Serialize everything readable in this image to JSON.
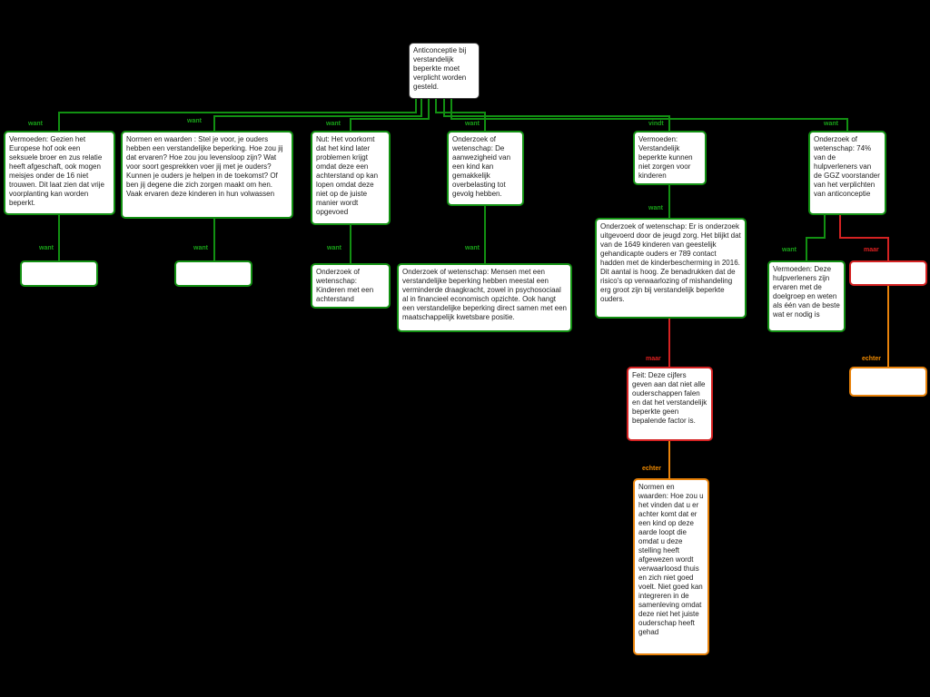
{
  "app": {
    "description": "Argument concept map on black canvas"
  },
  "colors": {
    "background": "#000000",
    "node_bg": "#ffffff",
    "support": "#129012",
    "objection": "#d42222",
    "however": "#e8820a",
    "root_border": "#3f3f3f",
    "label_green": "#18a018",
    "label_red": "#e02020",
    "label_orange": "#f08a00"
  },
  "edge_labels": {
    "want": "want",
    "vindt": "vindt",
    "maar": "maar",
    "echter": "echter"
  },
  "nodes": {
    "root": {
      "text": "Anticonceptie bij verstandelijk beperkte moet verplicht worden gesteld."
    },
    "europese_hof": {
      "text": "Vermoeden: Gezien het Europese hof ook een seksuele broer en zus relatie heeft afgeschaft, ook mogen meisjes onder de 16 niet trouwen. Dit laat zien dat vrije voorplanting kan worden beperkt."
    },
    "normen_ouders": {
      "text": "Normen en waarden :  Stel je voor, je ouders hebben een verstandelijke beperking. Hoe zou jij dat ervaren? Hoe zou jou levensloop zijn? Wat voor soort gesprekken voer jij met je ouders? Kunnen je ouders je helpen in de toekomst? Of ben jij degene die zich zorgen maakt om hen. Vaak ervaren deze kinderen in hun volwassen"
    },
    "nut": {
      "text": "Nut: Het voorkomt dat het kind later problemen krijgt omdat deze een achterstand op kan lopen omdat deze niet op de juiste manier wordt opgevoed"
    },
    "achterstand": {
      "text": "Onderzoek of wetenschap: Kinderen met een achterstand"
    },
    "overbelasting": {
      "text": "Onderzoek of wetenschap: De aanwezigheid van een kind kan gemakkelijk overbelasting tot gevolg hebben."
    },
    "draagkracht": {
      "text": "Onderzoek of wetenschap: Mensen met een verstandelijke beperking hebben meestal een verminderde draagkracht, zowel in psychosociaal al in financieel economisch opzichte. Ook hangt een verstandelijke beperking direct samen met een maatschappelijk kwetsbare positie."
    },
    "niet_zorgen": {
      "text": "Vermoeden: Verstandelijk beperkte kunnen niet zorgen voor kinderen"
    },
    "jeugdzorg": {
      "text": "Onderzoek of wetenschap: Er is onderzoek uitgevoerd door de jeugd zorg. Het blijkt dat van de 1649 kinderen van geestelijk gehandicapte ouders er 789 contact hadden met de kinderbescherming in 2016. Dit aantal is hoog. Ze benadrukken dat de risico's op verwaarlozing of mishandeling erg groot zijn bij verstandelijk beperkte ouders."
    },
    "feit": {
      "text": "Feit: Deze cijfers geven aan dat niet alle ouderschappen falen en dat het verstandelijk beperkte geen bepalende factor is."
    },
    "verwaarlozing": {
      "text": "Normen en waarden: Hoe zou u het vinden dat u er achter komt dat er een kind op deze aarde loopt die omdat u deze stelling heeft afgewezen wordt verwaarloosd thuis en zich niet goed voelt. Niet goed kan integreren in de samenleving omdat deze niet het juiste ouderschap heeft gehad"
    },
    "ggz74": {
      "text": "Onderzoek of wetenschap: 74% van de hulpverleners van de GGZ voorstander van het verplichten van anticonceptie"
    },
    "hulpverleners": {
      "text": "Vermoeden: Deze hulpverleners zijn ervaren met de doelgroep en weten als één van de beste wat er nodig is"
    },
    "empty_support_1": {
      "text": ""
    },
    "empty_support_2": {
      "text": ""
    },
    "empty_objection": {
      "text": ""
    },
    "empty_however": {
      "text": ""
    }
  }
}
